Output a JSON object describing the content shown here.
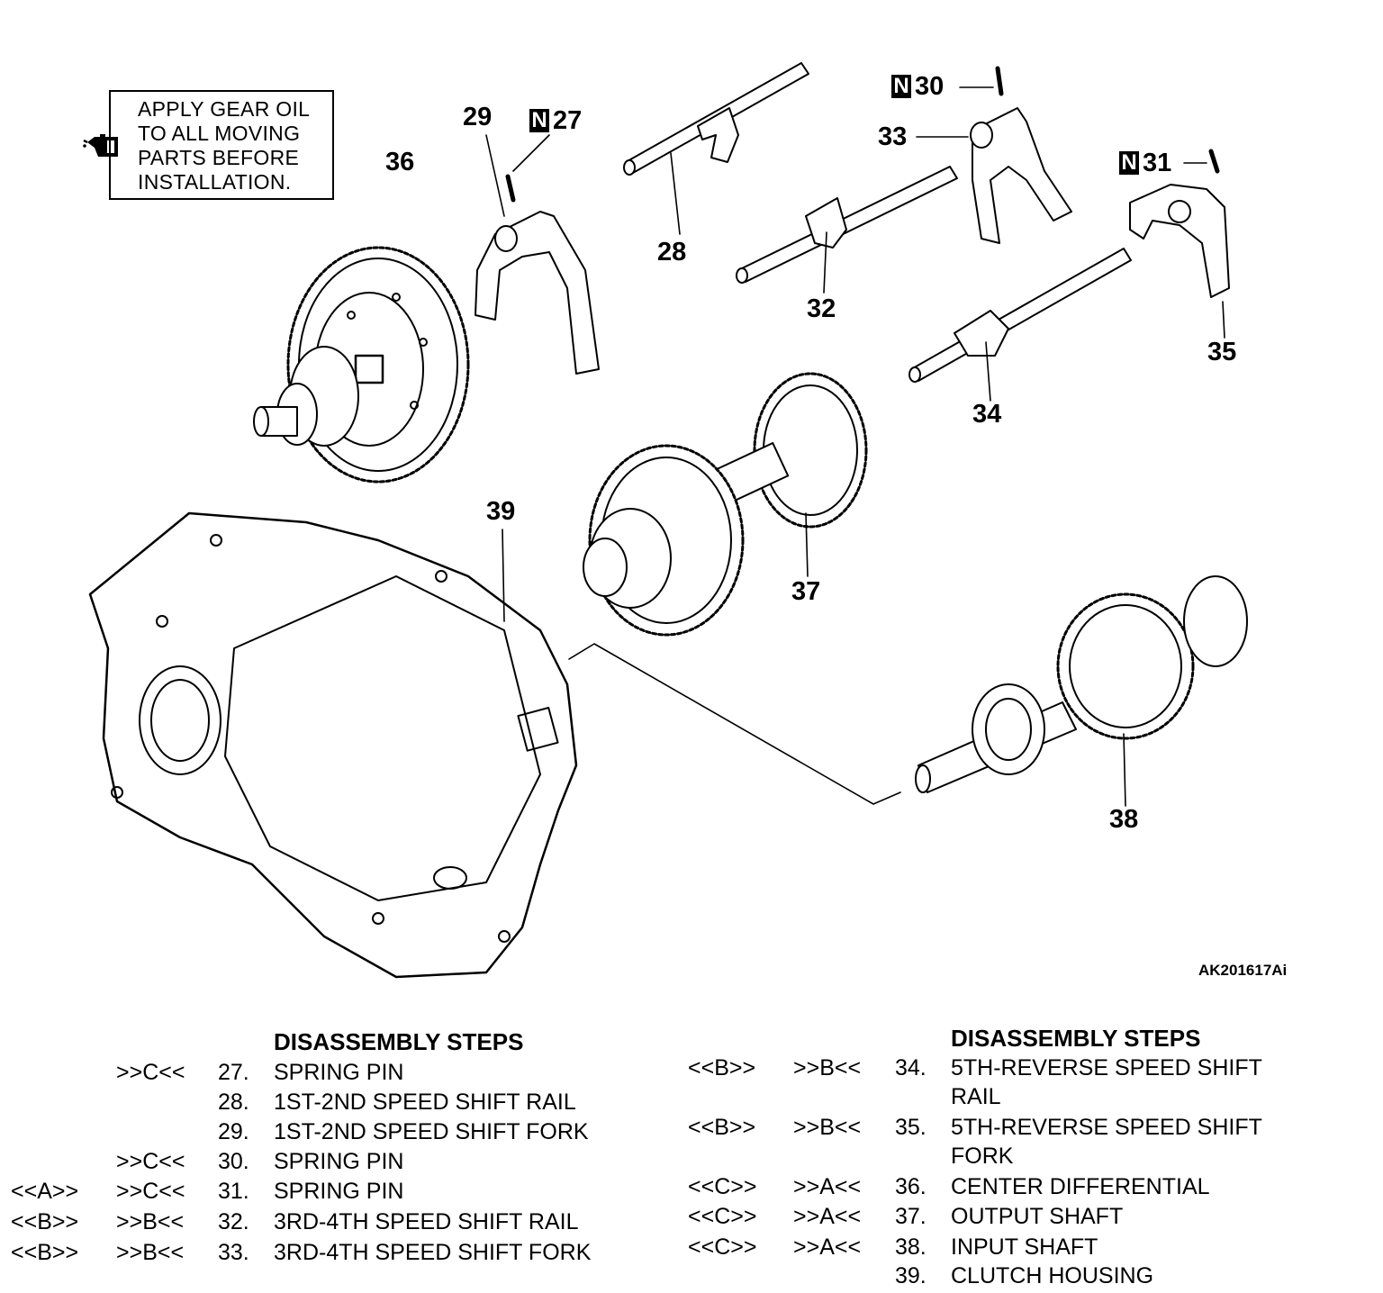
{
  "note": {
    "lines": [
      "APPLY GEAR OIL",
      "TO ALL MOVING",
      "PARTS BEFORE",
      "INSTALLATION."
    ],
    "icon": "oil-can-icon"
  },
  "callouts": {
    "c27": "27",
    "c28": "28",
    "c29": "29",
    "c30": "30",
    "c31": "31",
    "c32": "32",
    "c33": "33",
    "c34": "34",
    "c35": "35",
    "c36": "36",
    "c37": "37",
    "c38": "38",
    "c39": "39",
    "n_mark": "N"
  },
  "figure_id": "AK201617Ai",
  "steps_left": {
    "heading": "DISASSEMBLY STEPS",
    "rows": [
      {
        "a": "",
        "b": ">>C<<",
        "num": "27.",
        "text": "SPRING PIN"
      },
      {
        "a": "",
        "b": "",
        "num": "28.",
        "text": "1ST-2ND SPEED SHIFT RAIL"
      },
      {
        "a": "",
        "b": "",
        "num": "29.",
        "text": "1ST-2ND SPEED SHIFT FORK"
      },
      {
        "a": "",
        "b": ">>C<<",
        "num": "30.",
        "text": "SPRING PIN"
      },
      {
        "a": "<<A>>",
        "b": ">>C<<",
        "num": "31.",
        "text": "SPRING PIN"
      },
      {
        "a": "<<B>>",
        "b": ">>B<<",
        "num": "32.",
        "text": "3RD-4TH SPEED SHIFT RAIL"
      },
      {
        "a": "<<B>>",
        "b": ">>B<<",
        "num": "33.",
        "text": "3RD-4TH SPEED SHIFT FORK"
      }
    ]
  },
  "steps_right": {
    "heading": "DISASSEMBLY STEPS",
    "rows": [
      {
        "a": "<<B>>",
        "b": ">>B<<",
        "num": "34.",
        "text": "5TH-REVERSE SPEED SHIFT",
        "text2": "RAIL"
      },
      {
        "a": "<<B>>",
        "b": ">>B<<",
        "num": "35.",
        "text": "5TH-REVERSE SPEED SHIFT",
        "text2": "FORK"
      },
      {
        "a": "<<C>>",
        "b": ">>A<<",
        "num": "36.",
        "text": "CENTER DIFFERENTIAL"
      },
      {
        "a": "<<C>>",
        "b": ">>A<<",
        "num": "37.",
        "text": "OUTPUT SHAFT"
      },
      {
        "a": "<<C>>",
        "b": ">>A<<",
        "num": "38.",
        "text": "INPUT SHAFT"
      },
      {
        "a": "",
        "b": "",
        "num": "39.",
        "text": "CLUTCH HOUSING"
      }
    ]
  }
}
